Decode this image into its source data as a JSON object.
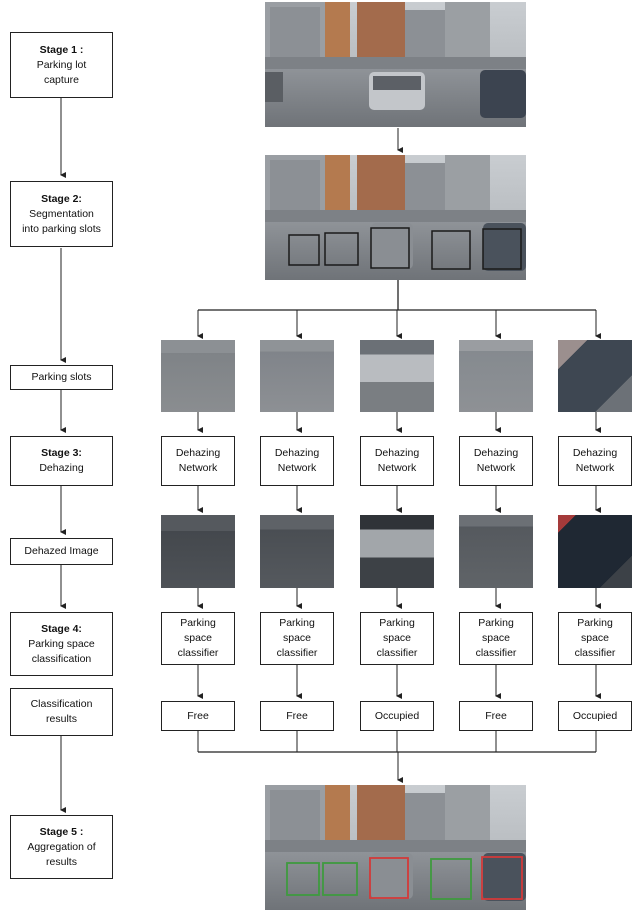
{
  "stages": {
    "s1": {
      "title": "Stage 1 :",
      "lines": [
        "Parking lot",
        "capture"
      ]
    },
    "s2": {
      "title": "Stage 2:",
      "lines": [
        "Segmentation",
        "into parking slots"
      ]
    },
    "slots": {
      "lines": [
        "Parking slots"
      ]
    },
    "s3": {
      "title": "Stage 3:",
      "lines": [
        "Dehazing"
      ]
    },
    "dehazed": {
      "lines": [
        "Dehazed Image"
      ]
    },
    "s4": {
      "title": "Stage 4:",
      "lines": [
        "Parking space",
        "classification"
      ]
    },
    "results": {
      "lines": [
        "Classification",
        "results"
      ]
    },
    "s5": {
      "title": "Stage 5 :",
      "lines": [
        "Aggregation of",
        "results"
      ]
    }
  },
  "columns": [
    {
      "network": [
        "Dehazing",
        "Network"
      ],
      "classifier": [
        "Parking",
        "space",
        "classifier"
      ],
      "result": "Free",
      "occupied": false
    },
    {
      "network": [
        "Dehazing",
        "Network"
      ],
      "classifier": [
        "Parking",
        "space",
        "classifier"
      ],
      "result": "Free",
      "occupied": false
    },
    {
      "network": [
        "Dehazing",
        "Network"
      ],
      "classifier": [
        "Parking",
        "space",
        "classifier"
      ],
      "result": "Occupied",
      "occupied": true
    },
    {
      "network": [
        "Dehazing",
        "Network"
      ],
      "classifier": [
        "Parking",
        "space",
        "classifier"
      ],
      "result": "Free",
      "occupied": false
    },
    {
      "network": [
        "Dehazing",
        "Network"
      ],
      "classifier": [
        "Parking",
        "space",
        "classifier"
      ],
      "result": "Occupied",
      "occupied": true
    }
  ],
  "colors": {
    "free_box": "#3f9a3f",
    "occupied_box": "#d23a3a",
    "segment_box": "#1a1a1a"
  }
}
